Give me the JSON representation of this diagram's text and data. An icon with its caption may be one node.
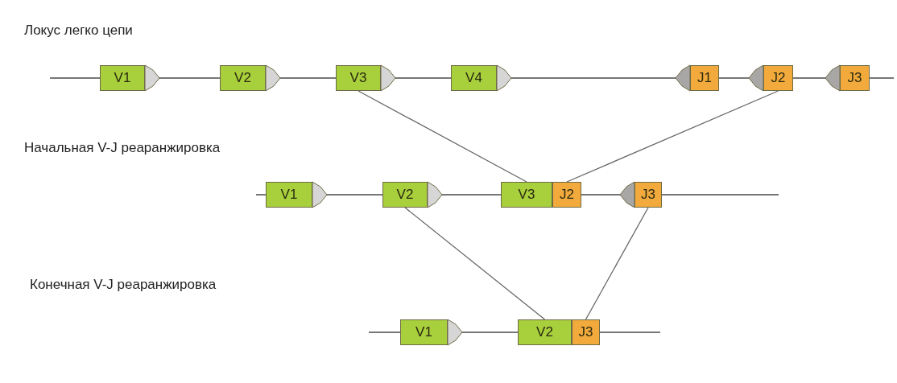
{
  "diagram": {
    "nodes": [
      {
        "text": [
          "V1"
        ]
      },
      {
        "text": [
          "V2"
        ]
      },
      {
        "text": [
          "V3"
        ]
      },
      {
        "text": [
          "V4"
        ]
      },
      {
        "text": [
          "J1"
        ]
      },
      {
        "text": [
          "J2"
        ]
      },
      {
        "text": [
          "J3"
        ]
      },
      {
        "text": [
          "V1"
        ]
      },
      {
        "text": [
          "V2"
        ]
      },
      {
        "text": [
          "V3"
        ]
      },
      {
        "text": [
          "J2"
        ]
      },
      {
        "text": [
          "J3"
        ]
      },
      {
        "text": [
          "V1"
        ]
      },
      {
        "text": [
          "V2"
        ]
      },
      {
        "text": [
          "J3"
        ]
      }
    ],
    "edges": [
      {
        "from": 2,
        "to": 9,
        "arrow": "none"
      },
      {
        "from": 5,
        "to": 10,
        "arrow": "none"
      },
      {
        "from": 8,
        "to": 13,
        "arrow": "none"
      },
      {
        "from": 11,
        "to": 14,
        "arrow": "none"
      }
    ],
    "labels": [
      "Локус легко цепи",
      "Начальная V-J реаранжировка",
      "Конечная V-J реаранжировка"
    ]
  }
}
